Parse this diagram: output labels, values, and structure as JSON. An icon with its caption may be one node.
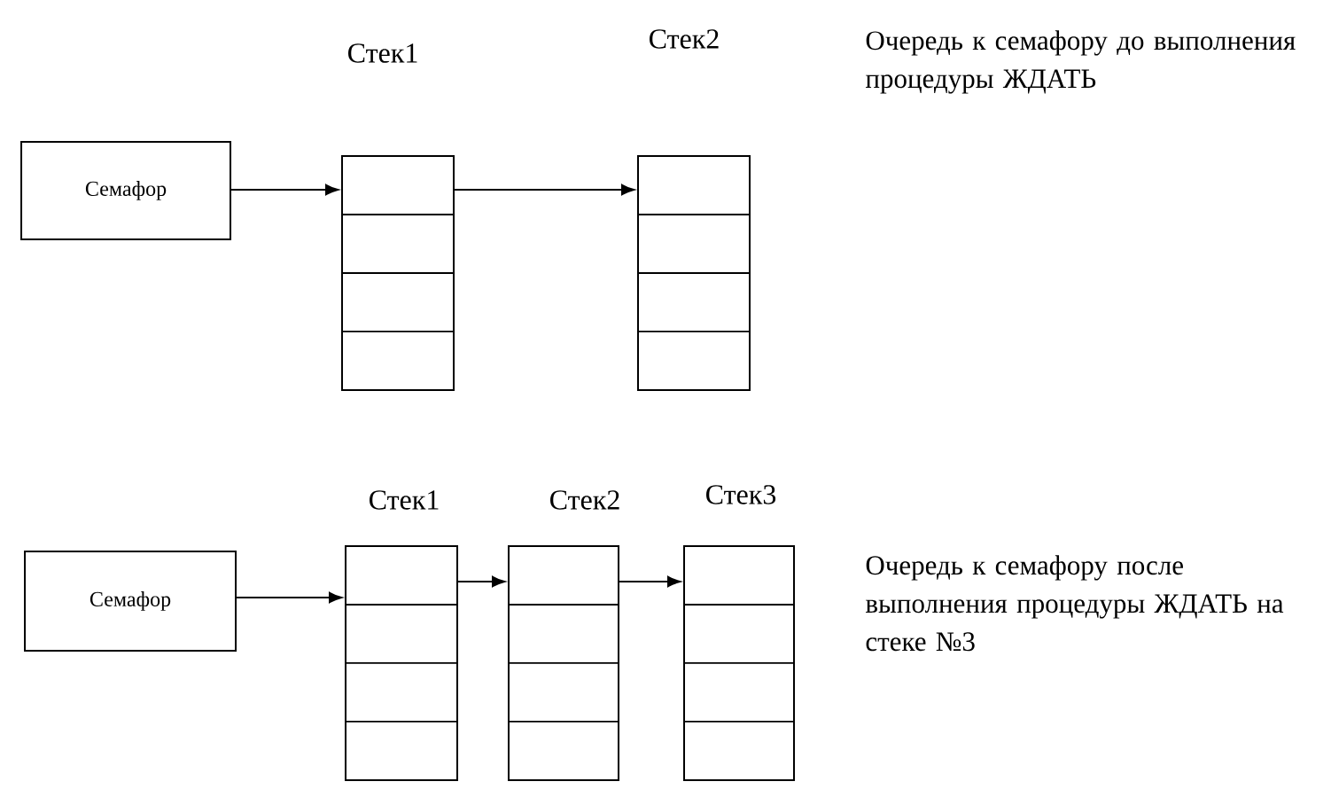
{
  "diagram": {
    "nodes": [
      {
        "text": [
          "Семафор"
        ]
      },
      {
        "text": [
          "Стек1"
        ]
      },
      {
        "text": [
          "Стек2"
        ]
      },
      {
        "text": [
          "Семафор"
        ]
      },
      {
        "text": [
          "Стек1"
        ]
      },
      {
        "text": [
          "Стек2"
        ]
      },
      {
        "text": [
          "Стек3"
        ]
      }
    ],
    "edges": [
      {
        "from": 0,
        "to": 1,
        "arrow": "to"
      },
      {
        "from": 1,
        "to": 2,
        "arrow": "to"
      },
      {
        "from": 3,
        "to": 4,
        "arrow": "to"
      },
      {
        "from": 4,
        "to": 5,
        "arrow": "to"
      },
      {
        "from": 5,
        "to": 6,
        "arrow": "to"
      }
    ],
    "labels": [
      "Очередь к семафору до выполнения процедуры ЖДАТЬ",
      "Очередь к семафору после выполнения процедуры ЖДАТЬ на стеке №3"
    ]
  }
}
